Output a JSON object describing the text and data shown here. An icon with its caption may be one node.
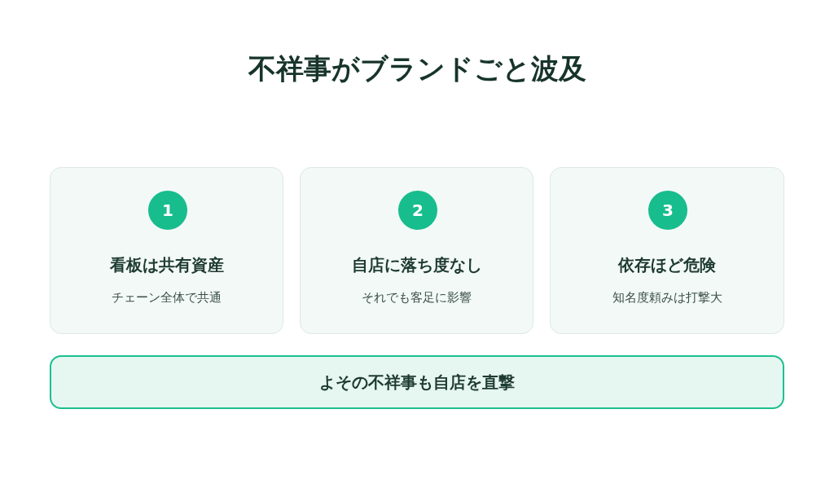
{
  "diagram": {
    "title": "不祥事がブランドごと波及",
    "nodes": [
      {
        "text": [
          "看板は共有資産",
          "チェーン全体で共通"
        ]
      },
      {
        "text": [
          "1"
        ],
        "in": 0
      },
      {
        "text": [
          "自店に落ち度なし",
          "それでも客足に影響"
        ]
      },
      {
        "text": [
          "2"
        ],
        "in": 2
      },
      {
        "text": [
          "依存ほど危険",
          "知名度頼みは打撃大"
        ]
      },
      {
        "text": [
          "3"
        ],
        "in": 4
      },
      {
        "text": [
          "よその不祥事も自店を直撃"
        ]
      }
    ]
  }
}
